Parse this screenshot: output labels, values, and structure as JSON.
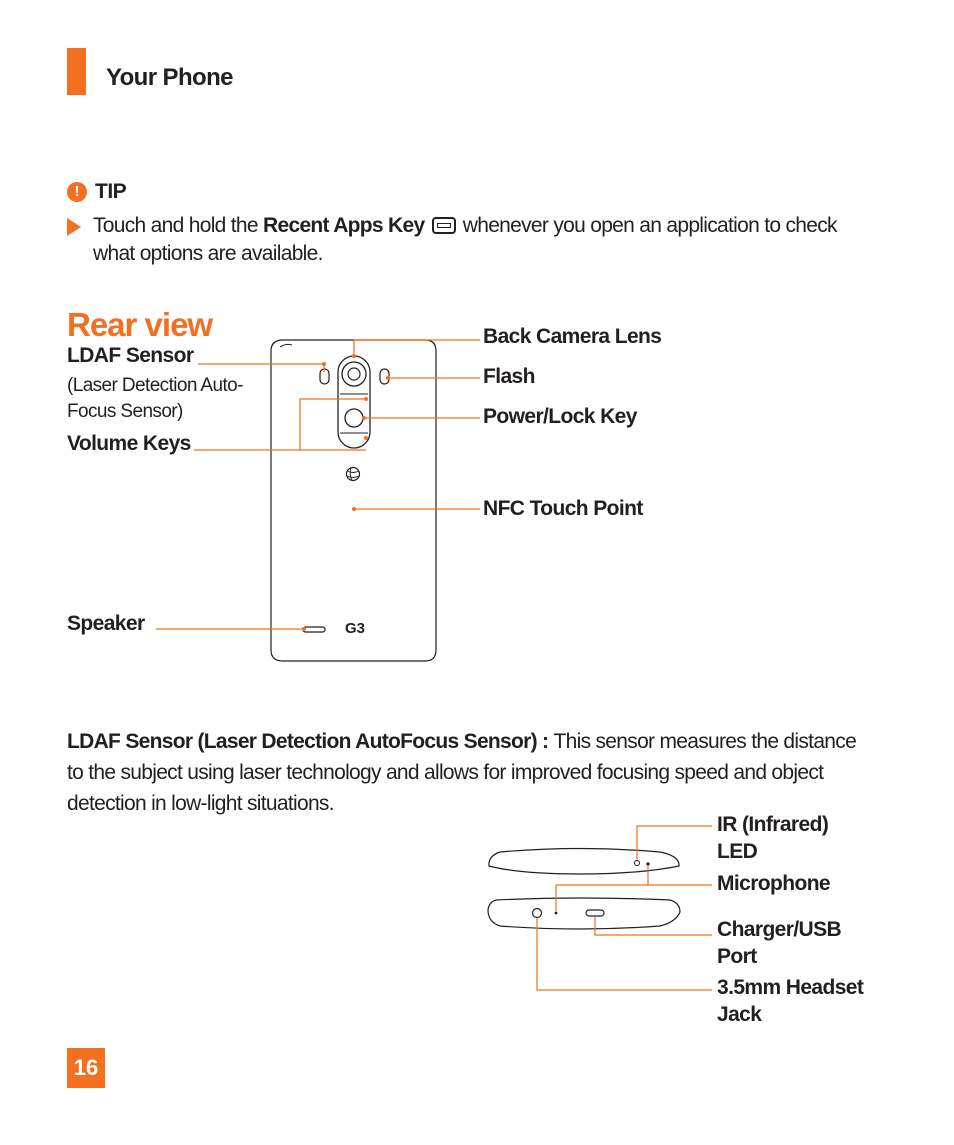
{
  "header": {
    "title": "Your Phone"
  },
  "tip": {
    "label": "TIP",
    "icon": "exclamation-icon",
    "text_before": "Touch and hold the ",
    "key_name": "Recent Apps Key",
    "text_after": " whenever you open an application to check what options are available.",
    "key_icon": "recent-apps-icon"
  },
  "rear_view": {
    "title": "Rear view",
    "labels": {
      "ldaf_sensor": "LDAF Sensor",
      "ldaf_sensor_desc_1": "(Laser Detection Auto-",
      "ldaf_sensor_desc_2": "Focus Sensor)",
      "volume_keys": "Volume Keys",
      "speaker": "Speaker",
      "back_camera_lens": "Back Camera Lens",
      "flash": "Flash",
      "power_lock_key": "Power/Lock Key",
      "nfc_touch_point": "NFC Touch Point"
    },
    "phone_logo": "G3"
  },
  "ldaf_paragraph": {
    "term": "LDAF Sensor (Laser Detection AutoFocus Sensor) : ",
    "body": "This sensor measures the distance to the subject using laser technology and allows for improved focusing speed and object detection in low-light situations."
  },
  "edge_view": {
    "labels": {
      "ir_led_1": "IR (Infrared)",
      "ir_led_2": "LED",
      "microphone": "Microphone",
      "charger_usb_1": "Charger/USB",
      "charger_usb_2": "Port",
      "headset_jack_1": "3.5mm Headset",
      "headset_jack_2": "Jack"
    }
  },
  "page_number": "16",
  "colors": {
    "accent": "#f37021",
    "text": "#231f20",
    "line": "#f37021"
  }
}
